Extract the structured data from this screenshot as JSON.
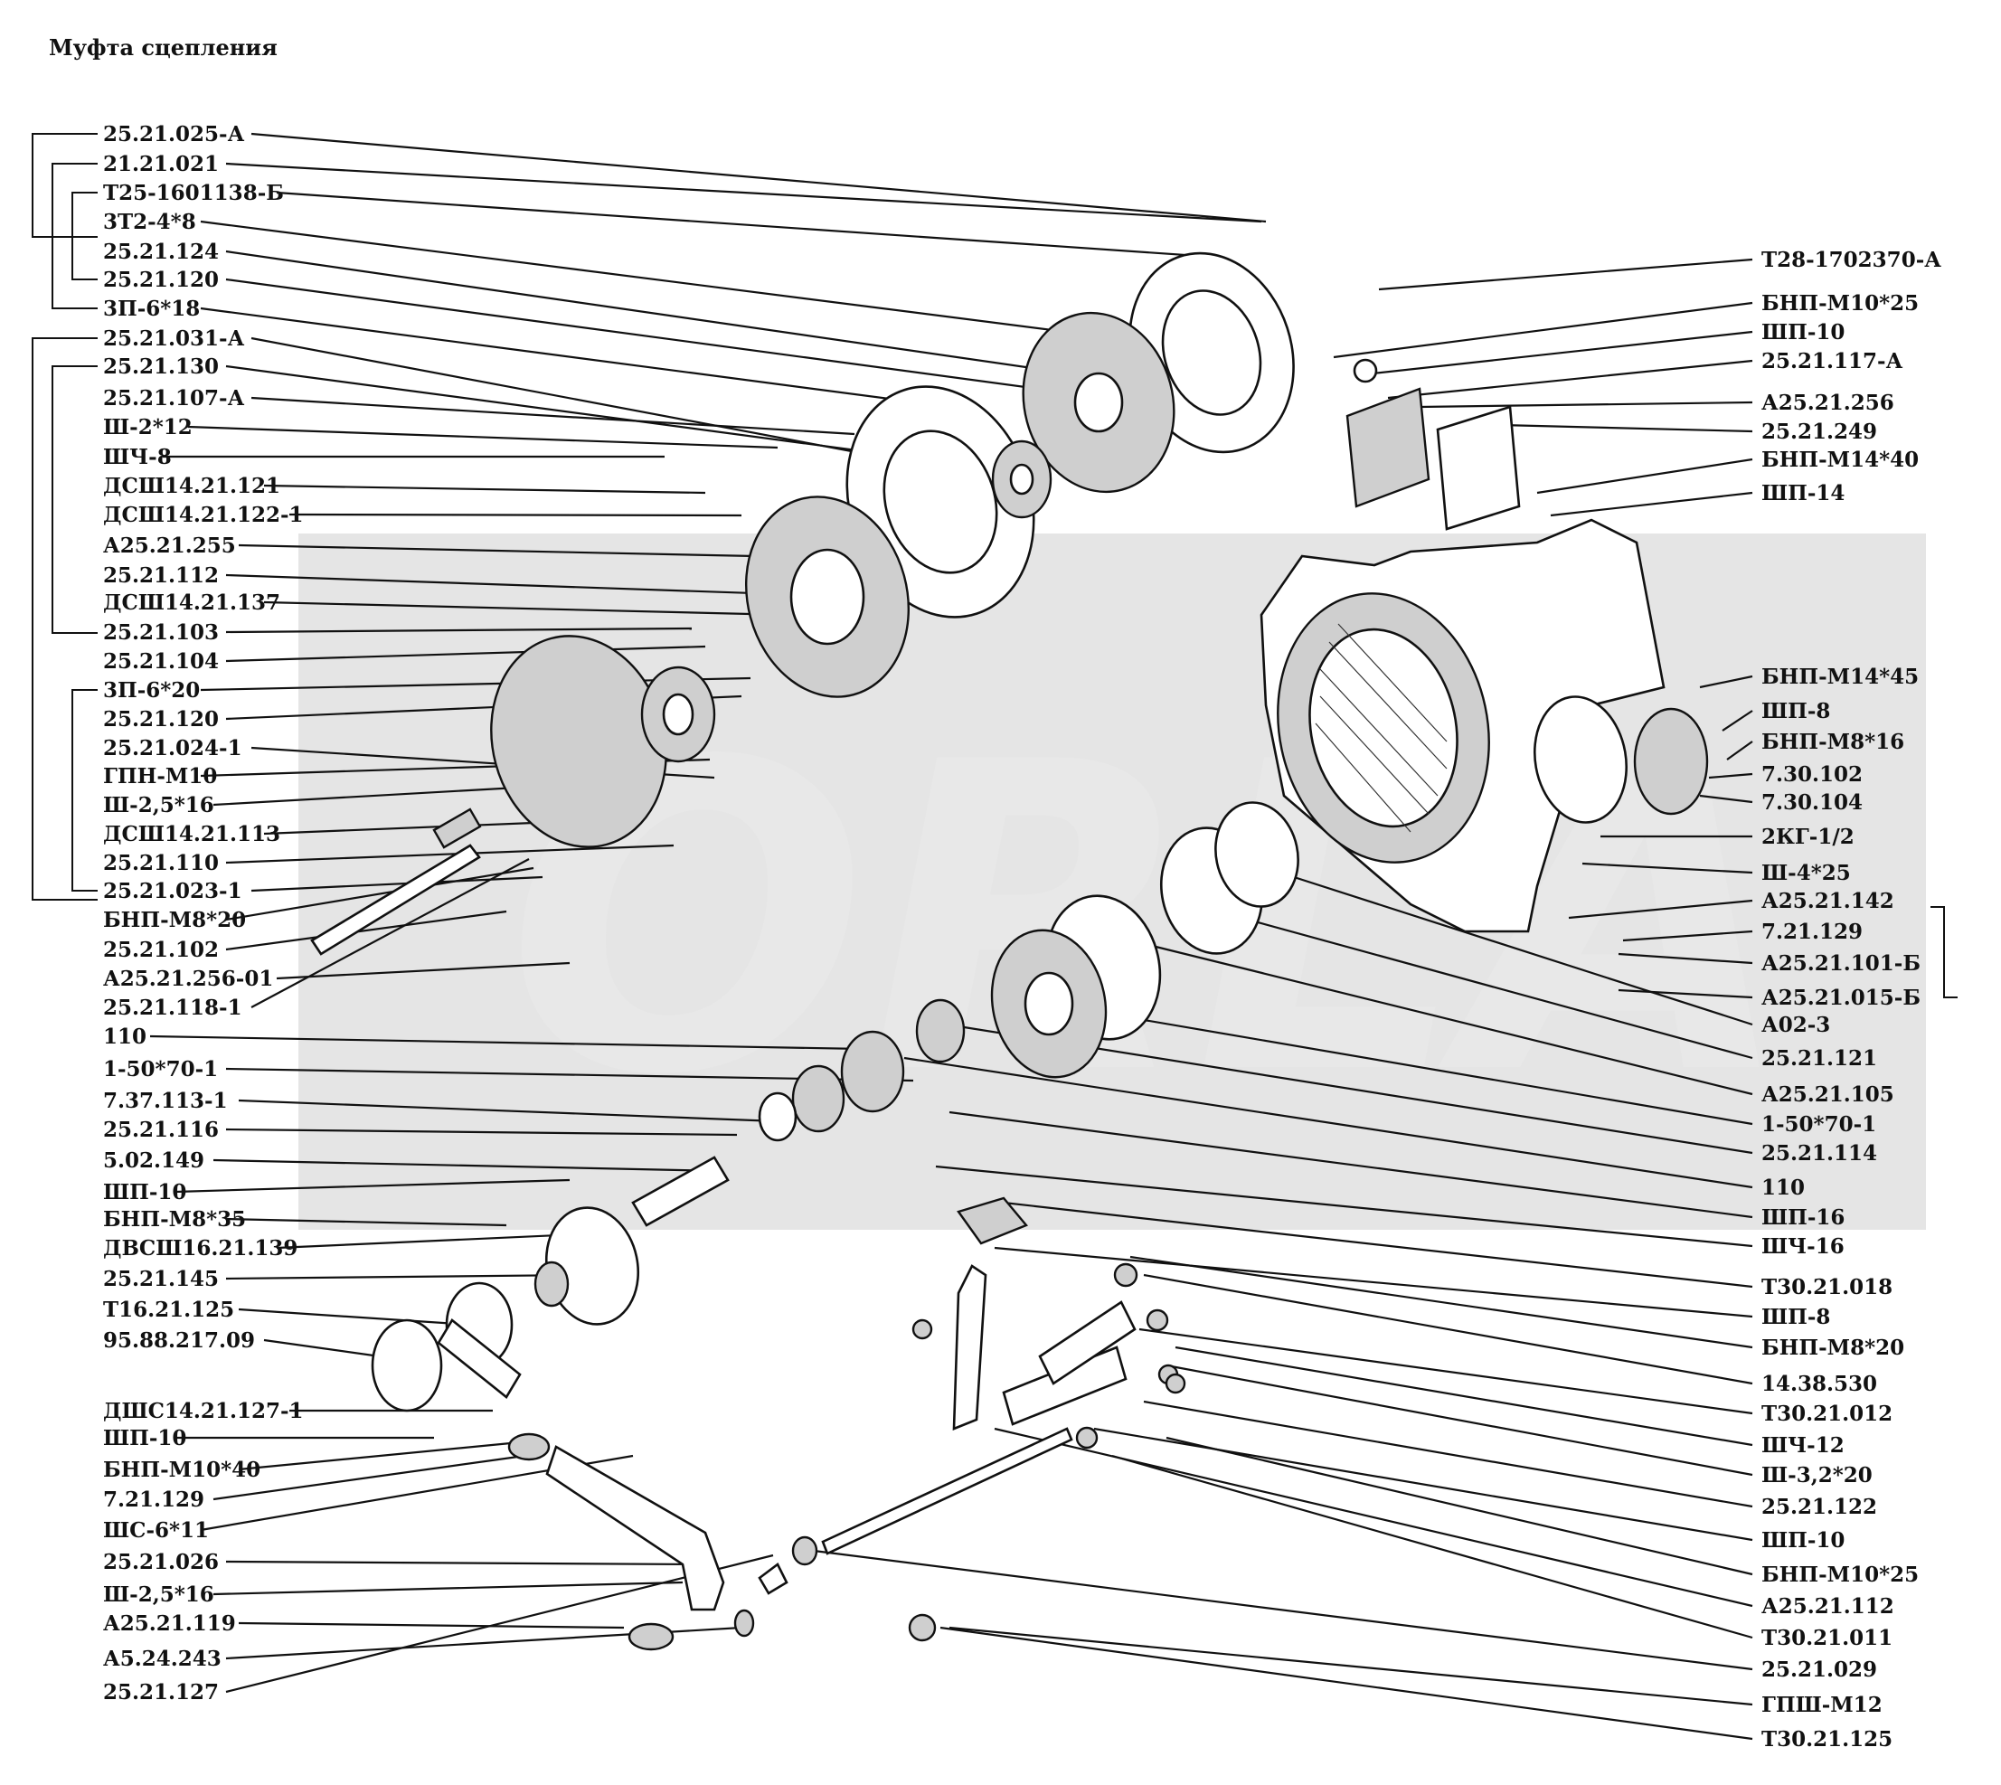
{
  "title": "Муфта сцепления",
  "watermark": "ORLA",
  "labels_left": [
    "25.21.025-А",
    "21.21.021",
    "Т25-1601138-Б",
    "3Т2-4*8",
    "25.21.124",
    "25.21.120",
    "3П-6*18",
    "25.21.031-А",
    "25.21.130",
    "25.21.107-А",
    "Ш-2*12",
    "ШЧ-8",
    "ДСШ14.21.121",
    "ДСШ14.21.122-1",
    "А25.21.255",
    "25.21.112",
    "ДСШ14.21.137",
    "25.21.103",
    "25.21.104",
    "3П-6*20",
    "25.21.120",
    "25.21.024-1",
    "ГПН-М10",
    "Ш-2,5*16",
    "ДСШ14.21.113",
    "25.21.110",
    "25.21.023-1",
    "БНП-М8*20",
    "25.21.102",
    "А25.21.256-01",
    "25.21.118-1",
    "110",
    "1-50*70-1",
    "7.37.113-1",
    "25.21.116",
    "5.02.149",
    "ШП-10",
    "БНП-М8*35",
    "ДВСШ16.21.139",
    "25.21.145",
    "Т16.21.125",
    "95.88.217.09",
    "ДШС14.21.127-1",
    "ШП-10",
    "БНП-М10*40",
    "7.21.129",
    "ШС-6*11",
    "25.21.026",
    "Ш-2,5*16",
    "А25.21.119",
    "А5.24.243",
    "25.21.127"
  ],
  "labels_right": [
    "Т28-1702370-А",
    "БНП-М10*25",
    "ШП-10",
    "25.21.117-А",
    "А25.21.256",
    "25.21.249",
    "БНП-М14*40",
    "ШП-14",
    "БНП-М14*45",
    "ШП-8",
    "БНП-М8*16",
    "7.30.102",
    "7.30.104",
    "2КГ-1/2",
    "Ш-4*25",
    "А25.21.142",
    "7.21.129",
    "А25.21.101-Б",
    "А25.21.015-Б",
    "А02-3",
    "25.21.121",
    "А25.21.105",
    "1-50*70-1",
    "25.21.114",
    "110",
    "ШП-16",
    "ШЧ-16",
    "Т30.21.018",
    "ШП-8",
    "БНП-М8*20",
    "14.38.530",
    "Т30.21.012",
    "ШЧ-12",
    "Ш-3,2*20",
    "25.21.122",
    "ШП-10",
    "БНП-М10*25",
    "А25.21.112",
    "Т30.21.011",
    "25.21.029",
    "ГПШ-М12",
    "Т30.21.125"
  ]
}
